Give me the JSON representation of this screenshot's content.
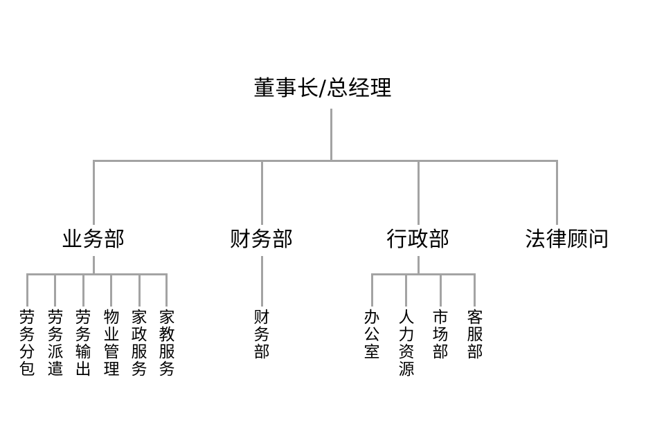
{
  "chart_data": {
    "type": "diagram",
    "diagram_type": "organization-chart",
    "title": "",
    "orientation": "top-down",
    "line_color": "#a3a3a3",
    "text_color": "#000000",
    "background": "#ffffff",
    "root": {
      "id": "root",
      "label": "董事长/总经理",
      "level": 0
    },
    "levels": [
      {
        "level": 1,
        "nodes": [
          {
            "id": "business",
            "label": "业务部",
            "child_count": 6
          },
          {
            "id": "finance",
            "label": "财务部",
            "child_count": 1
          },
          {
            "id": "admin",
            "label": "行政部",
            "child_count": 4
          },
          {
            "id": "legal",
            "label": "法律顾问",
            "child_count": 0
          }
        ]
      },
      {
        "level": 2,
        "groups": [
          {
            "parent": "business",
            "parent_label": "业务部",
            "nodes": [
              {
                "id": "labor-subcontract",
                "label": "劳务分包"
              },
              {
                "id": "labor-dispatch",
                "label": "劳务派遣"
              },
              {
                "id": "labor-export",
                "label": "劳务输出"
              },
              {
                "id": "property-management",
                "label": "物业管理"
              },
              {
                "id": "housekeeping-service",
                "label": "家政服务"
              },
              {
                "id": "tutoring-service",
                "label": "家教服务"
              }
            ]
          },
          {
            "parent": "finance",
            "parent_label": "财务部",
            "nodes": [
              {
                "id": "finance-dept",
                "label": "财务部"
              }
            ]
          },
          {
            "parent": "admin",
            "parent_label": "行政部",
            "nodes": [
              {
                "id": "office",
                "label": "办公室"
              },
              {
                "id": "human-resources",
                "label": "人力资源"
              },
              {
                "id": "marketing-dept",
                "label": "市场部"
              },
              {
                "id": "customer-service-dept",
                "label": "客服部"
              }
            ]
          },
          {
            "parent": "legal",
            "parent_label": "法律顾问",
            "nodes": []
          }
        ]
      }
    ]
  },
  "nodes": {
    "root": {
      "label": "董事长/总经理"
    },
    "l1": {
      "business": {
        "label": "业务部"
      },
      "finance": {
        "label": "财务部"
      },
      "admin": {
        "label": "行政部"
      },
      "legal": {
        "label": "法律顾问"
      }
    },
    "l2": {
      "business_children": [
        {
          "label": "劳务分包"
        },
        {
          "label": "劳务派遣"
        },
        {
          "label": "劳务输出"
        },
        {
          "label": "物业管理"
        },
        {
          "label": "家政服务"
        },
        {
          "label": "家教服务"
        }
      ],
      "finance_children": [
        {
          "label": "财务部"
        }
      ],
      "admin_children": [
        {
          "label": "办公室"
        },
        {
          "label": "人力资源"
        },
        {
          "label": "市场部"
        },
        {
          "label": "客服部"
        }
      ]
    }
  }
}
